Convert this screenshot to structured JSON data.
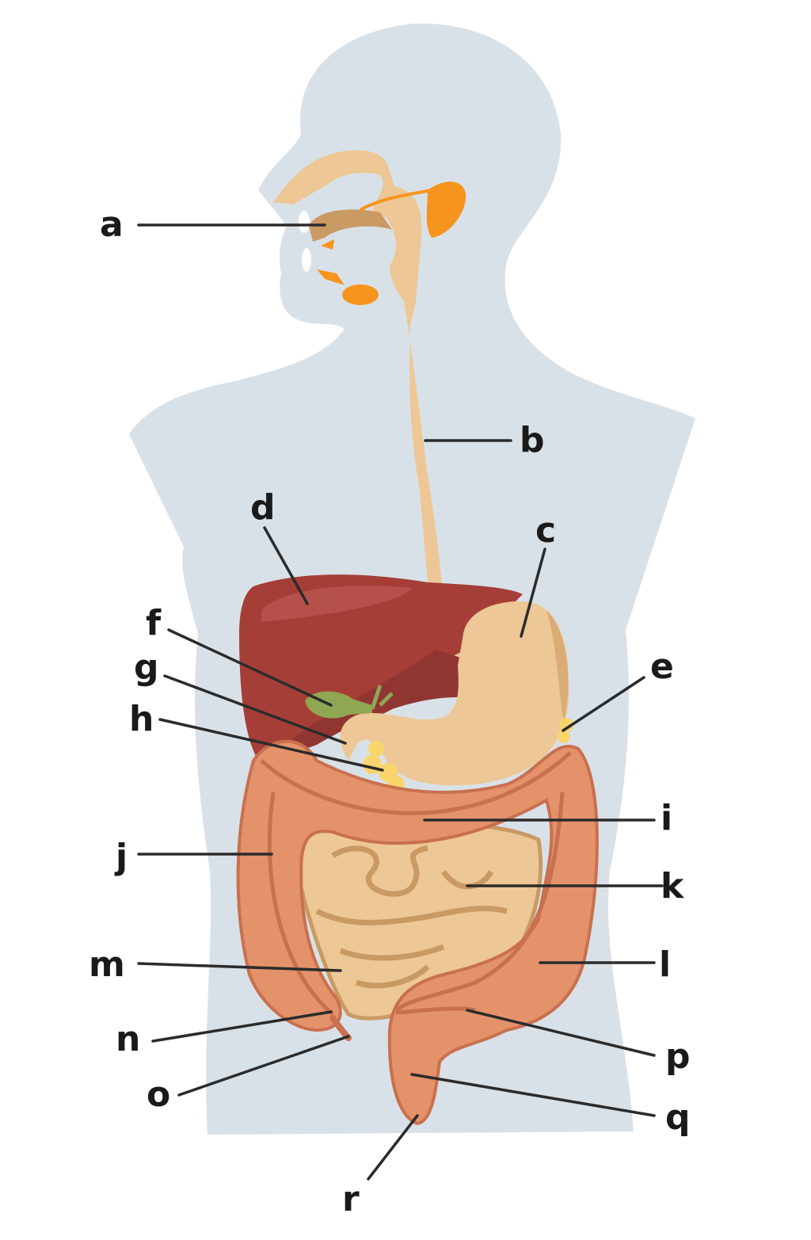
{
  "title": "Human digestive system diagram",
  "labels": [
    {
      "letter": "a",
      "target": "mouth"
    },
    {
      "letter": "b",
      "target": "esophagus"
    },
    {
      "letter": "c",
      "target": "stomach"
    },
    {
      "letter": "d",
      "target": "liver"
    },
    {
      "letter": "e",
      "target": "pancreas-tail"
    },
    {
      "letter": "f",
      "target": "gallbladder"
    },
    {
      "letter": "g",
      "target": "duodenum"
    },
    {
      "letter": "h",
      "target": "pancreas"
    },
    {
      "letter": "i",
      "target": "transverse-colon"
    },
    {
      "letter": "j",
      "target": "ascending-colon"
    },
    {
      "letter": "k",
      "target": "small-intestine"
    },
    {
      "letter": "l",
      "target": "descending-colon"
    },
    {
      "letter": "m",
      "target": "ileum"
    },
    {
      "letter": "n",
      "target": "cecum"
    },
    {
      "letter": "o",
      "target": "appendix"
    },
    {
      "letter": "p",
      "target": "sigmoid-colon"
    },
    {
      "letter": "q",
      "target": "rectum"
    },
    {
      "letter": "r",
      "target": "anus"
    }
  ],
  "colors": {
    "body": "#d9e1e8",
    "esophagus": "#edc795",
    "salivary": "#f7941e",
    "liver": "#a63e38",
    "gallbladder": "#8fa653",
    "pancreas": "#f9d56b",
    "colon": "#e4926a",
    "colon_stroke": "#c9704f",
    "small_intestine": "#edc795",
    "small_stroke": "#c99a63",
    "leader": "#2b2b2b"
  }
}
